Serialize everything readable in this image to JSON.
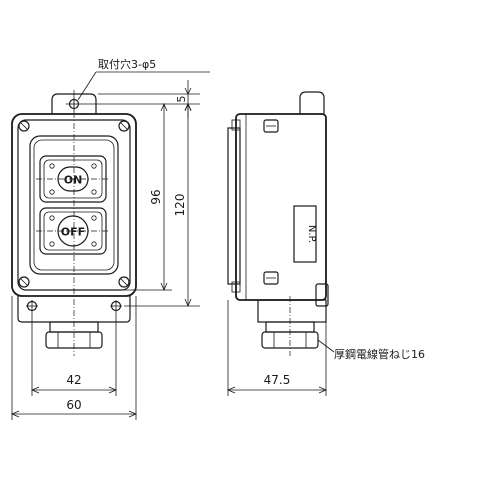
{
  "annotations": {
    "mount_hole": "取付穴3-φ5",
    "conduit_thread": "厚鋼電線管ねじ16"
  },
  "buttons": {
    "on": "ON",
    "off": "OFF"
  },
  "nameplate": "N.P.",
  "dimensions": {
    "d5": "5",
    "d96": "96",
    "d120": "120",
    "d42": "42",
    "d60": "60",
    "d47_5": "47.5"
  }
}
